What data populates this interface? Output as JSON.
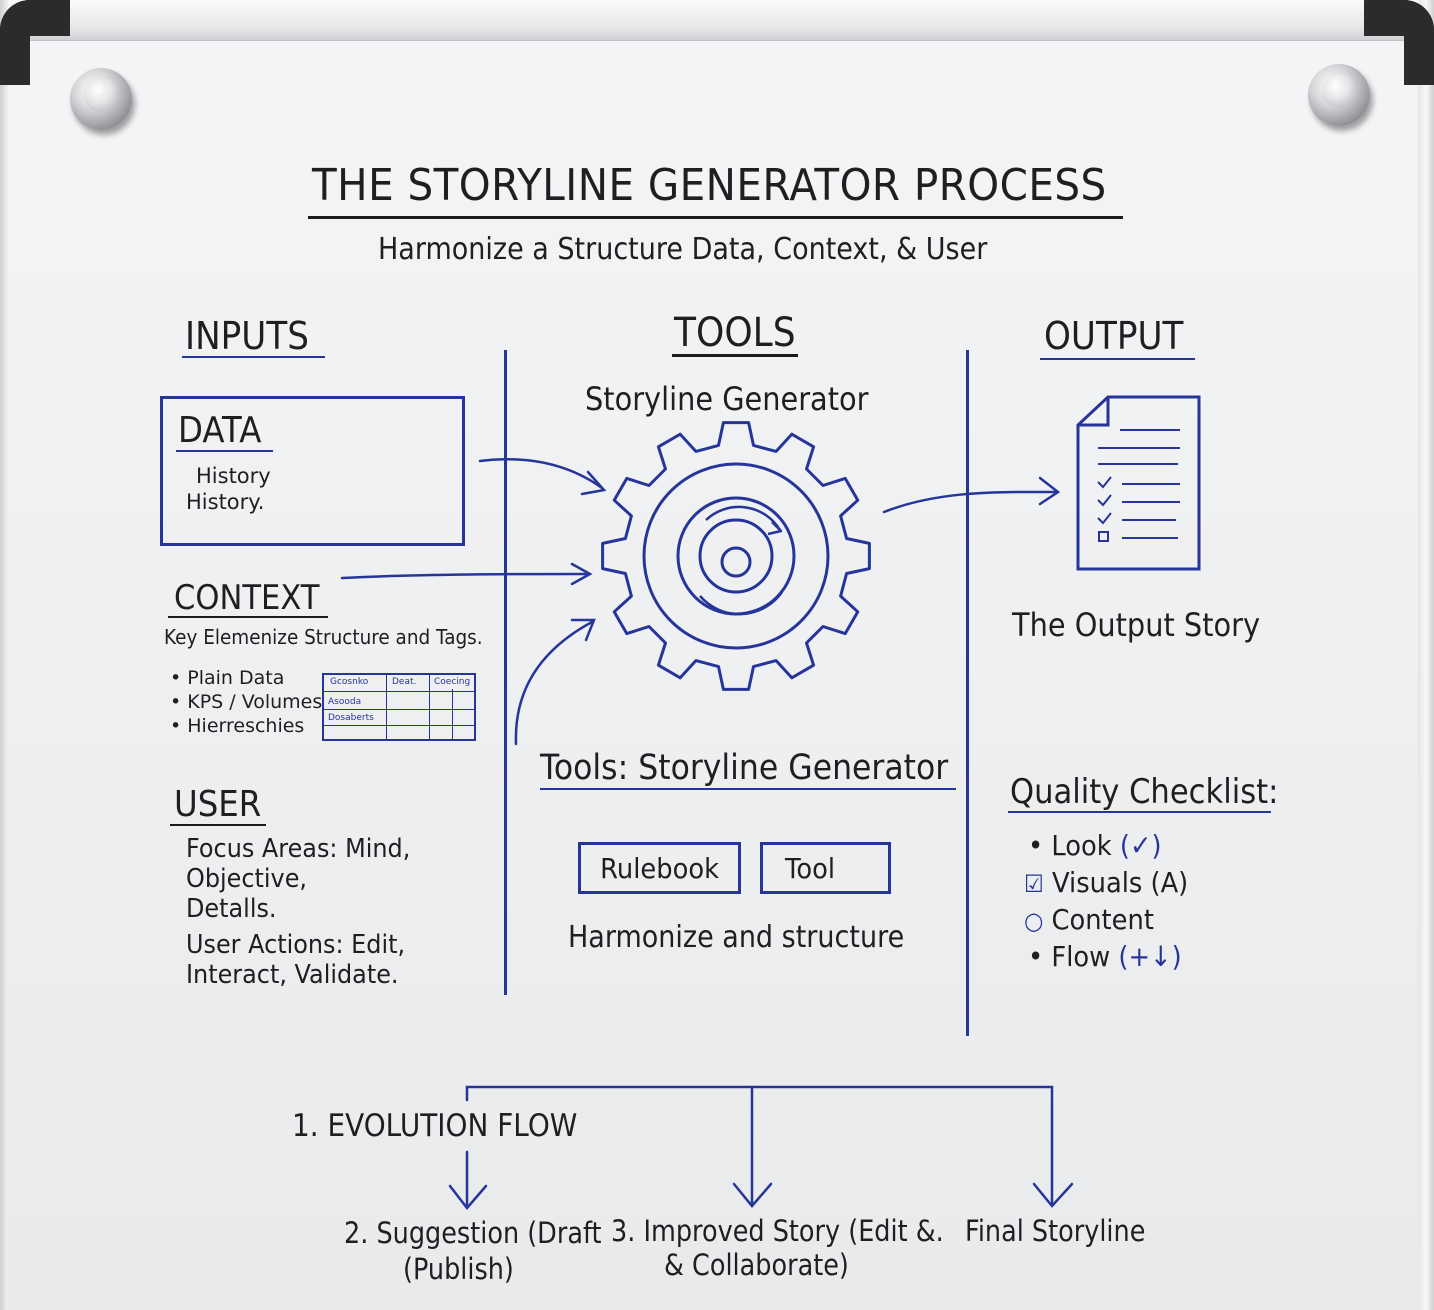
{
  "title": "THE STORYLINE GENERATOR PROCESS",
  "subtitle": "Harmonize a Structure Data, Context, & User",
  "columns": {
    "inputs": "INPUTS",
    "tools": "TOOLS",
    "output": "OUTPUT"
  },
  "inputs": {
    "data": {
      "heading": "DATA",
      "lines": [
        "History",
        "History."
      ]
    },
    "context": {
      "heading": "CONTEXT",
      "description": "Key Elemenize Structure and Tags.",
      "bullets": [
        "Plain Data",
        "KPS / Volumes",
        "Hierreschies"
      ],
      "mini_table": {
        "headers": [
          "Gcosnko",
          "Deat.",
          "Coecing"
        ],
        "rows": [
          "Asooda",
          "Dosaberts"
        ]
      }
    },
    "user": {
      "heading": "USER",
      "focus_lines": [
        "Focus Areas: Mind,",
        "Objective,",
        "Detalls."
      ],
      "action_lines": [
        "User Actions: Edit,",
        "Interact, Validate."
      ]
    }
  },
  "tools": {
    "label_top": "Storyline Generator",
    "label_bottom": "Tools: Storyline Generator",
    "buttons": [
      "Rulebook",
      "Tool"
    ],
    "caption": "Harmonize and structure"
  },
  "output": {
    "label": "The Output Story",
    "checklist_title": "Quality Checklist:",
    "checklist": [
      {
        "marker": "•",
        "text": "Look",
        "note": "(✓)"
      },
      {
        "marker": "☑",
        "text": "Visuals",
        "note": "(A)"
      },
      {
        "marker": "○",
        "text": "Content",
        "note": ""
      },
      {
        "marker": "•",
        "text": "Flow",
        "note": "(+↓)"
      }
    ]
  },
  "evolution": {
    "heading": "1.  EVOLUTION FLOW",
    "step2_line1": "2.  Suggestion (Draft",
    "step2_line2": "(Publish)",
    "step3_line1": "3.  Improved Story (Edit &.",
    "step3_line2": "& Collaborate)",
    "final": "Final Storyline"
  },
  "colors": {
    "marker_blue": "#26359a",
    "marker_black": "#1c1c1e",
    "board": "#eeeff1"
  },
  "icons": [
    "gear-icon",
    "document-icon",
    "arrow-icon"
  ]
}
